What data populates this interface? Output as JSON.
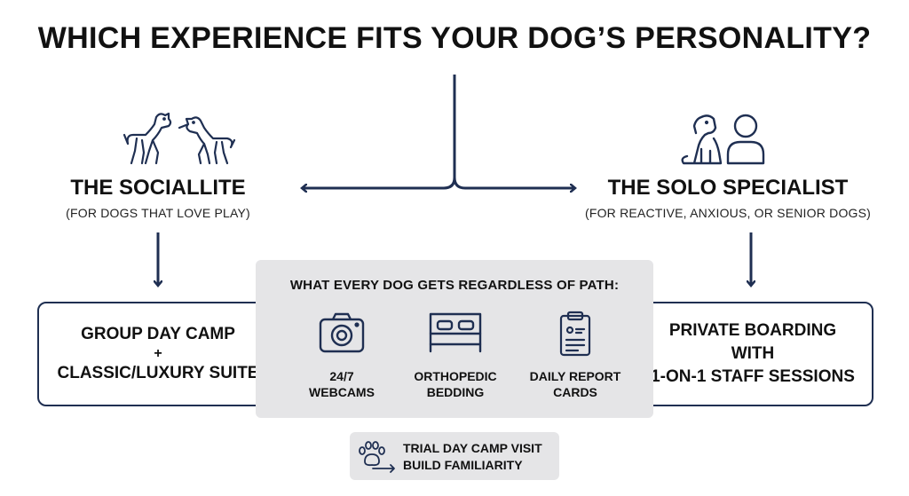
{
  "title": "WHICH EXPERIENCE FITS YOUR DOG’S PERSONALITY?",
  "paths": {
    "left": {
      "title": "THE SOCIALLITE",
      "subtitle": "(FOR DOGS THAT LOVE PLAY)",
      "icon": "playing-dogs-icon",
      "outcome": {
        "line1": "GROUP DAY CAMP",
        "plus": "+",
        "line2": "CLASSIC/LUXURY SUITE"
      }
    },
    "right": {
      "title": "THE SOLO SPECIALIST",
      "subtitle": "(FOR REACTIVE, ANXIOUS, OR SENIOR DOGS)",
      "icon": "dog-and-person-icon",
      "outcome": {
        "line1": "PRIVATE BOARDING",
        "line2": "WITH",
        "line3": "1-ON-1 STAFF SESSIONS"
      }
    }
  },
  "shared": {
    "heading": "WHAT EVERY DOG GETS REGARDLESS OF PATH:",
    "features": [
      {
        "icon": "camera-icon",
        "line1": "24/7",
        "line2": "WEBCAMS"
      },
      {
        "icon": "bed-icon",
        "line1": "ORTHOPEDIC",
        "line2": "BEDDING"
      },
      {
        "icon": "clipboard-icon",
        "line1": "DAILY REPORT",
        "line2": "CARDS"
      }
    ]
  },
  "trial": {
    "icon": "paw-arrow-icon",
    "line1": "TRIAL DAY CAMP VISIT",
    "line2": "BUILD FAMILIARITY"
  },
  "colors": {
    "navy": "#1f2f52",
    "panel": "#e5e5e7",
    "text": "#111111"
  }
}
